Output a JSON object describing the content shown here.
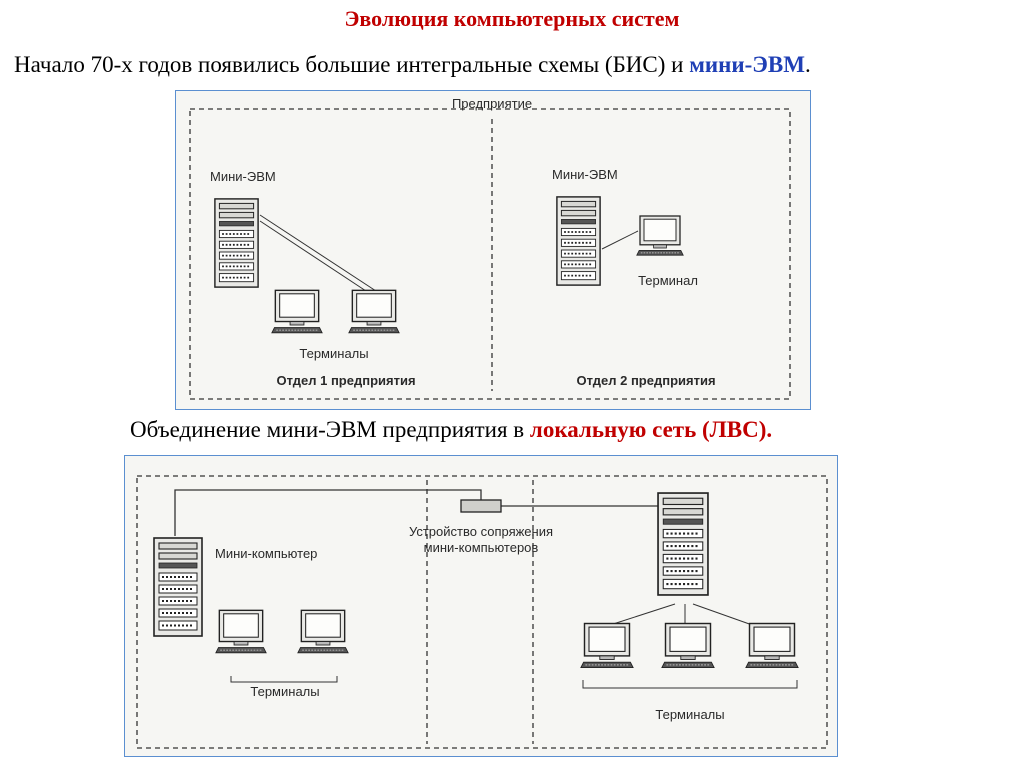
{
  "slide": {
    "title": "Эволюция компьютерных систем",
    "line1_text": "Начало 70-х годов появились большие интегральные схемы (БИС) и ",
    "line1_highlight": "мини-ЭВМ",
    "line1_end": ".",
    "line2_text": "Объединение мини-ЭВМ предприятия в ",
    "line2_highlight": "локальную сеть (ЛВС)."
  },
  "figure1": {
    "enterprise_label": "Предприятие",
    "dept1": {
      "computer_label": "Мини-ЭВМ",
      "terminals_label": "Терминалы",
      "dept_label": "Отдел 1 предприятия"
    },
    "dept2": {
      "computer_label": "Мини-ЭВМ",
      "terminal_label": "Терминал",
      "dept_label": "Отдел 2 предприятия"
    }
  },
  "figure2": {
    "computer_label": "Мини-компьютер",
    "interface_label_line1": "Устройство сопряжения",
    "interface_label_line2": "мини-компьютеров",
    "terminals_left_label": "Терминалы",
    "terminals_right_label": "Терминалы"
  },
  "colors": {
    "title": "#c00000",
    "highlight_blue": "#1f3fb5",
    "highlight_red": "#c00000",
    "frame_border": "#5b8fd0"
  }
}
